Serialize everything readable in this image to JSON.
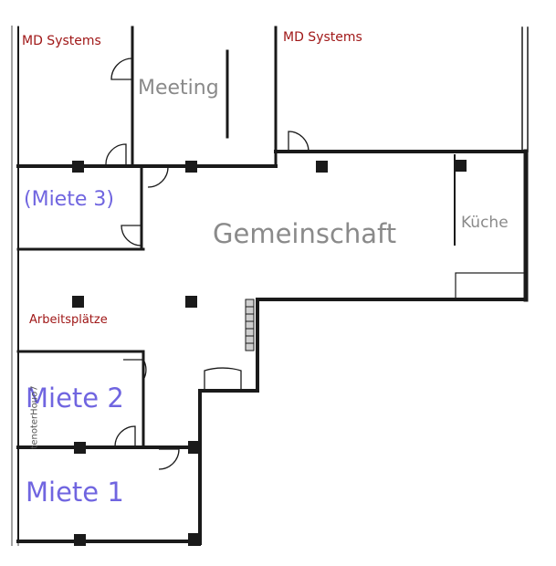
{
  "labels": {
    "md_systems_left": "MD Systems",
    "md_systems_right": "MD Systems",
    "meeting": "Meeting",
    "miete3": "(Miete 3)",
    "gemeinschaft": "Gemeinschaft",
    "kueche": "Küche",
    "arbeitsplaetze": "Arbeitsplätze",
    "miete2": "Miete 2",
    "miete1": "Miete 1",
    "margin_note": "tenoterHouo7"
  },
  "colors": {
    "wall": "#1a1a1a",
    "company_label": "#a01818",
    "room_label": "#8a8a8a",
    "rental_label": "#7065e0"
  }
}
